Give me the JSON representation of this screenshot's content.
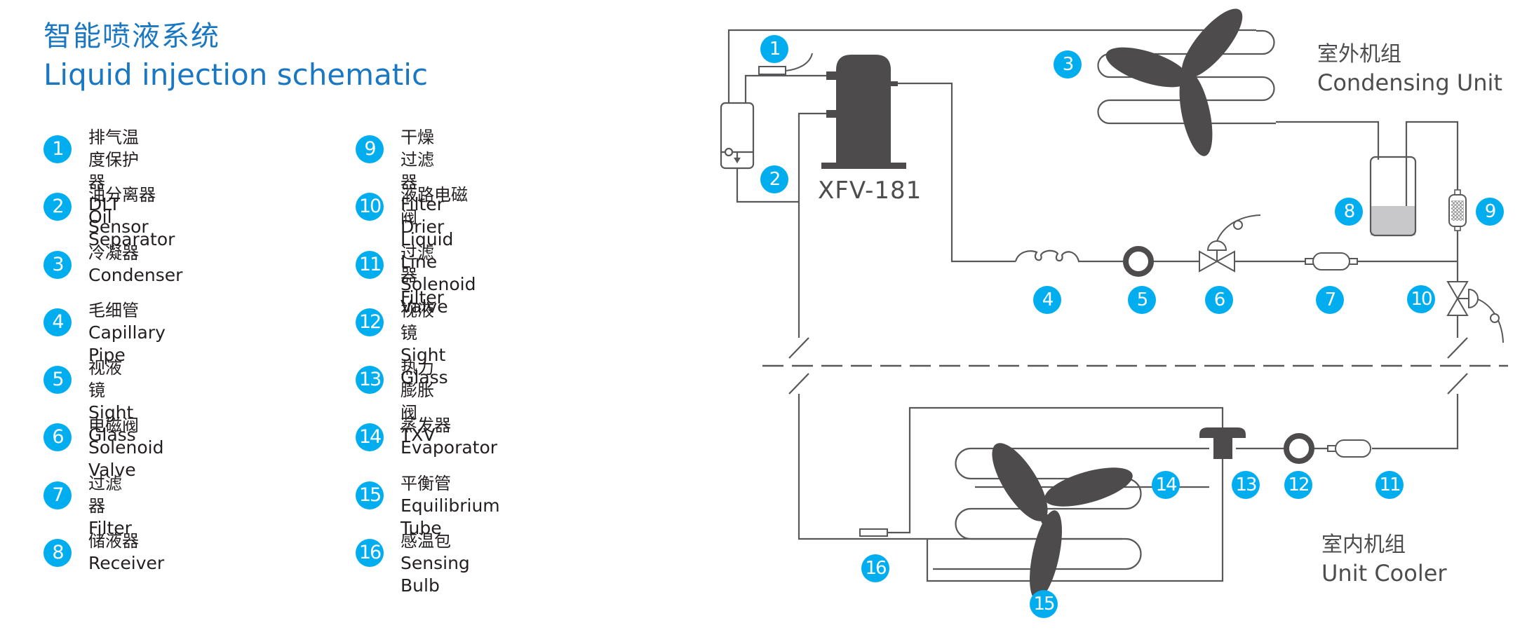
{
  "title": {
    "zh": "智能喷液系统",
    "en": "Liquid injection schematic"
  },
  "colors": {
    "title": "#1a78c2",
    "badge": "#00aeef",
    "pipe": "#58585a",
    "component": "#4d4b4c",
    "liquid": "#c8c8ca"
  },
  "legend": {
    "left": [
      {
        "num": "1",
        "zh": "排气温度保护器",
        "en": "DLT Sensor"
      },
      {
        "num": "2",
        "zh": "油分离器",
        "en": "Oil Separator"
      },
      {
        "num": "3",
        "zh": "冷凝器",
        "en": "Condenser"
      },
      {
        "num": "4",
        "zh": "毛细管",
        "en": "Capillary Pipe"
      },
      {
        "num": "5",
        "zh": "视液镜",
        "en": "Sight Glass"
      },
      {
        "num": "6",
        "zh": "电磁阀",
        "en": "Solenoid Valve"
      },
      {
        "num": "7",
        "zh": "过滤器",
        "en": "Filter"
      },
      {
        "num": "8",
        "zh": "储液器",
        "en": "Receiver"
      }
    ],
    "mid": [
      {
        "num": "9",
        "zh": "干燥过滤器",
        "en": "Filter Drier"
      },
      {
        "num": "10",
        "zh": "液路电磁阀",
        "en": "Liquid Line Solenoid Valve"
      },
      {
        "num": "11",
        "zh": "过滤器",
        "en": "Filter"
      },
      {
        "num": "12",
        "zh": "视液镜",
        "en": "Sight Glass"
      },
      {
        "num": "13",
        "zh": "热力膨胀阀",
        "en": "TXV"
      },
      {
        "num": "14",
        "zh": "蒸发器",
        "en": "Evaporator"
      },
      {
        "num": "15",
        "zh": "平衡管",
        "en": "Equilibrium Tube"
      },
      {
        "num": "16",
        "zh": "感温包",
        "en": "Sensing Bulb"
      }
    ]
  },
  "diagram": {
    "compressor_model": "XFV-181",
    "condensing_unit": {
      "zh": "室外机组",
      "en": "Condensing Unit"
    },
    "unit_cooler": {
      "zh": "室内机组",
      "en": "Unit Cooler"
    },
    "callouts": [
      "1",
      "2",
      "3",
      "4",
      "5",
      "6",
      "7",
      "8",
      "9",
      "10",
      "11",
      "12",
      "13",
      "14",
      "15",
      "16"
    ]
  }
}
